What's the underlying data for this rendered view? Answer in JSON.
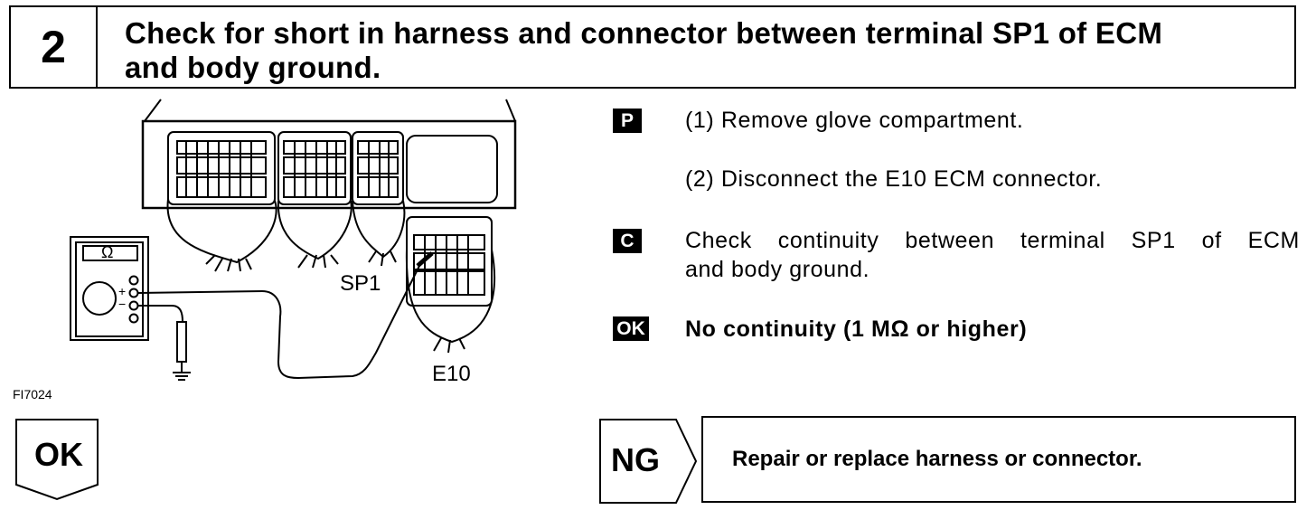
{
  "step": {
    "number": "2",
    "title_line1": "Check for short in harness and connector between terminal SP1 of ECM",
    "title_line2": "and body ground."
  },
  "figure": {
    "code": "FI7024",
    "labels": {
      "sp1": "SP1",
      "e10": "E10",
      "meter_symbol": "Ω",
      "plus": "+",
      "minus": "−"
    }
  },
  "procedure": {
    "prepare_tag": "P",
    "prepare_steps": [
      "(1) Remove glove compartment.",
      "(2) Disconnect the E10 ECM connector."
    ],
    "check_tag": "C",
    "check_text_line1": "Check continuity between terminal SP1 of ECM",
    "check_text_line2": "and body ground.",
    "ok_tag": "OK",
    "ok_text": "No continuity (1 MΩ or higher)"
  },
  "result": {
    "ok_label": "OK",
    "ng_label": "NG",
    "ng_action": "Repair or replace harness or connector."
  }
}
